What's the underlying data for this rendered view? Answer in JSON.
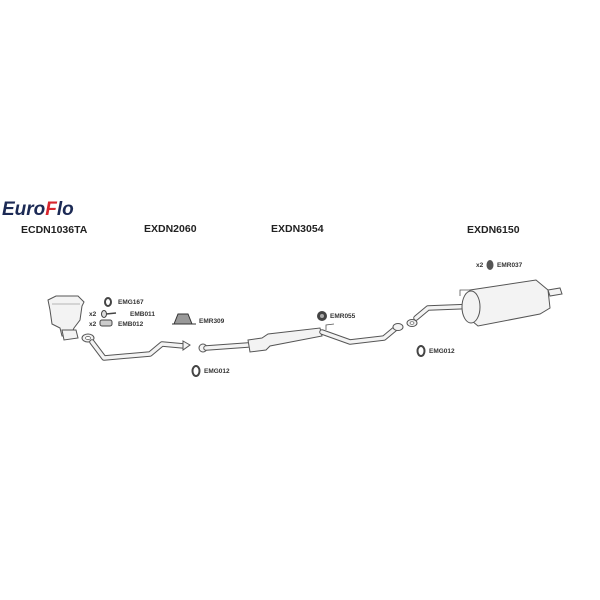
{
  "logo": {
    "text": "EuroFlo",
    "part1": "Euro",
    "part2": "F",
    "part3": "lo",
    "colors": {
      "primary": "#1c2a55",
      "accent": "#d8262e"
    }
  },
  "sections": [
    {
      "code": "ECDN1036TA"
    },
    {
      "code": "EXDN2060"
    },
    {
      "code": "EXDN3054"
    },
    {
      "code": "EXDN6150"
    }
  ],
  "parts": [
    {
      "code": "EMG167",
      "qty": ""
    },
    {
      "code": "EMB011",
      "qty": "x2"
    },
    {
      "code": "EMB012",
      "qty": "x2"
    },
    {
      "code": "EMR309",
      "qty": ""
    },
    {
      "code": "EMG012",
      "qty": ""
    },
    {
      "code": "EMR055",
      "qty": ""
    },
    {
      "code": "EMG012",
      "qty": ""
    },
    {
      "code": "EMR037",
      "qty": "x2"
    }
  ]
}
